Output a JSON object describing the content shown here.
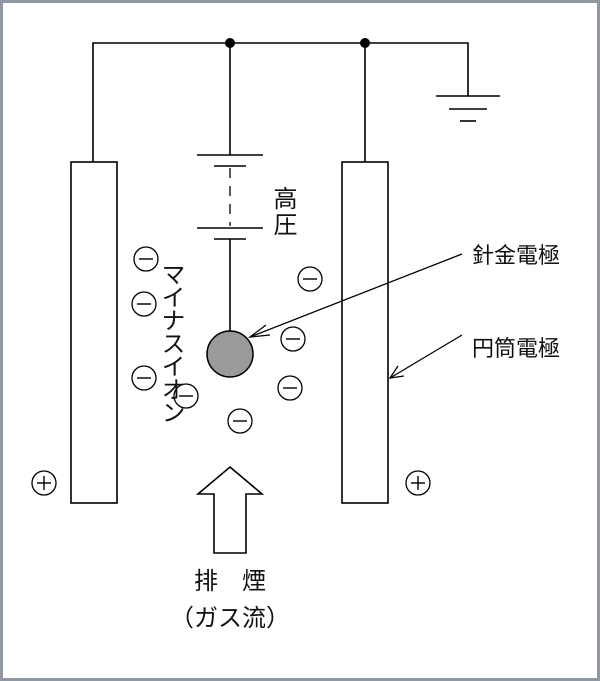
{
  "labels": {
    "high_voltage": "高圧",
    "wire_electrode": "針金電極",
    "cylinder_electrode": "円筒電極",
    "negative_ions": "マイナスイオン",
    "exhaust": "排　煙",
    "gas_flow": "（ガス流）"
  },
  "symbols": {
    "negative_ion": "negative-ion-icon",
    "positive_charge": "positive-charge-icon",
    "ground": "ground-icon",
    "junction": "junction-node"
  },
  "colors": {
    "line": "#000000",
    "wire_electrode_fill": "#9a9a9a",
    "frame": "#8f98a3"
  }
}
